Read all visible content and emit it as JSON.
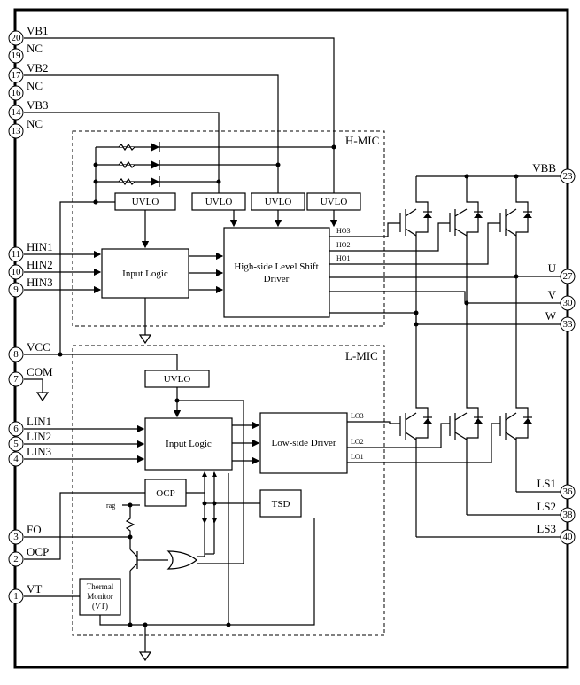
{
  "pins_left": [
    {
      "num": "20",
      "label": "VB1"
    },
    {
      "num": "19",
      "label": "NC"
    },
    {
      "num": "17",
      "label": "VB2"
    },
    {
      "num": "16",
      "label": "NC"
    },
    {
      "num": "14",
      "label": "VB3"
    },
    {
      "num": "13",
      "label": "NC"
    },
    {
      "num": "11",
      "label": "HIN1"
    },
    {
      "num": "10",
      "label": "HIN2"
    },
    {
      "num": "9",
      "label": "HIN3"
    },
    {
      "num": "8",
      "label": "VCC"
    },
    {
      "num": "7",
      "label": "COM"
    },
    {
      "num": "6",
      "label": "LIN1"
    },
    {
      "num": "5",
      "label": "LIN2"
    },
    {
      "num": "4",
      "label": "LIN3"
    },
    {
      "num": "3",
      "label": "FO"
    },
    {
      "num": "2",
      "label": "OCP"
    },
    {
      "num": "1",
      "label": "VT"
    }
  ],
  "pins_right": [
    {
      "num": "23",
      "label": "VBB"
    },
    {
      "num": "27",
      "label": "U"
    },
    {
      "num": "30",
      "label": "V"
    },
    {
      "num": "33",
      "label": "W"
    },
    {
      "num": "36",
      "label": "LS1"
    },
    {
      "num": "38",
      "label": "LS2"
    },
    {
      "num": "40",
      "label": "LS3"
    }
  ],
  "sections": {
    "high": "H-MIC",
    "low": "L-MIC"
  },
  "blocks": {
    "uvlo": "UVLO",
    "input_logic": "Input Logic",
    "hs_driver_line1": "High-side Level Shift",
    "hs_driver_line2": "Driver",
    "ls_driver": "Low-side Driver",
    "ocp": "OCP",
    "tsd": "TSD",
    "thermal_line1": "Thermal",
    "thermal_line2": "Monitor",
    "thermal_line3": "(VT)"
  },
  "signals": {
    "ho3": "HO3",
    "ho2": "HO2",
    "ho1": "HO1",
    "lo3": "LO3",
    "lo2": "LO2",
    "lo1": "LO1",
    "rpu": "rag"
  }
}
